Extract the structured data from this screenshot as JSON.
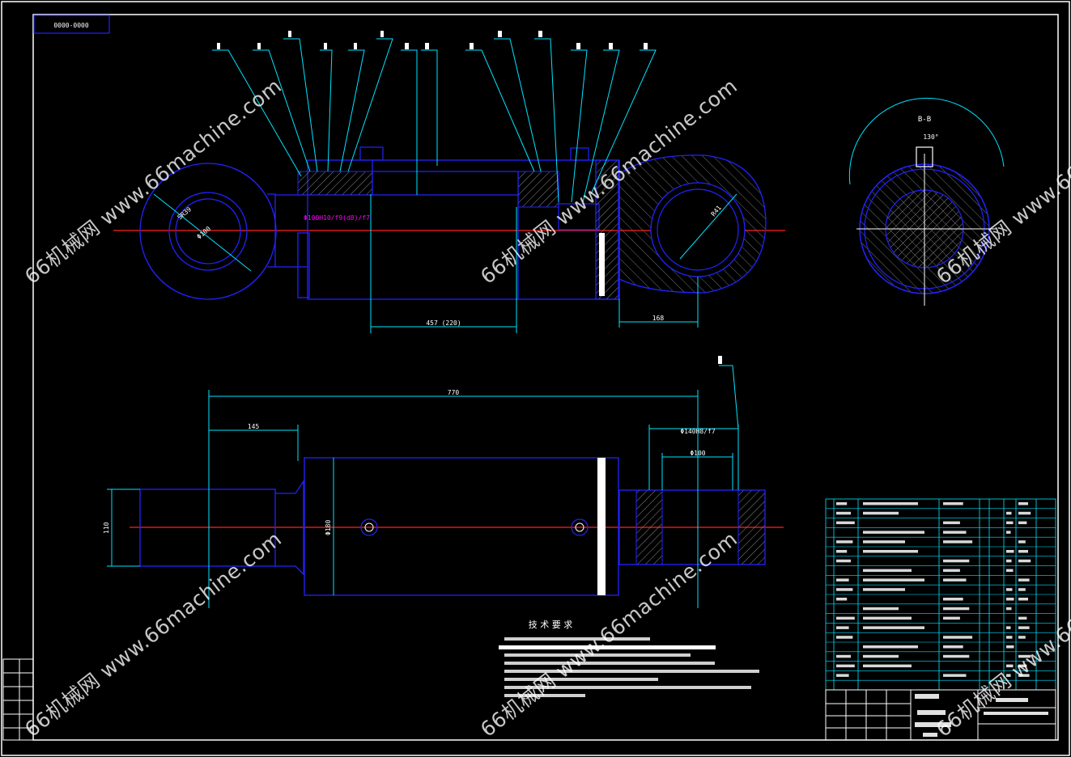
{
  "drawing": {
    "code_box": "0000-0000",
    "section_label": "B-B",
    "angle_label": "130°",
    "tech_requirements_title": "技 术 要 求",
    "watermark": "66机械网 www.66machine.com",
    "dims": {
      "eye_radius": "SR39",
      "eye_phi": "Φ100",
      "rod_fit": "Φ100H10/f9(d8)/f7",
      "stroke": "457 (220)",
      "eye_offset": "168",
      "overall_length": "770",
      "rod_end_length": "145",
      "cyl_bore": "Φ140H8/f7",
      "pin_bore": "Φ100",
      "base_height": "110",
      "tube_dia": "Φ180",
      "eye_r2": "R41"
    }
  },
  "colors": {
    "frame": "#ffffff",
    "outline": "#2222ff",
    "leader": "#00e5ff",
    "centerline": "#ff2020",
    "hatch": "#7f7f7f",
    "highlight": "#ff00ff"
  }
}
